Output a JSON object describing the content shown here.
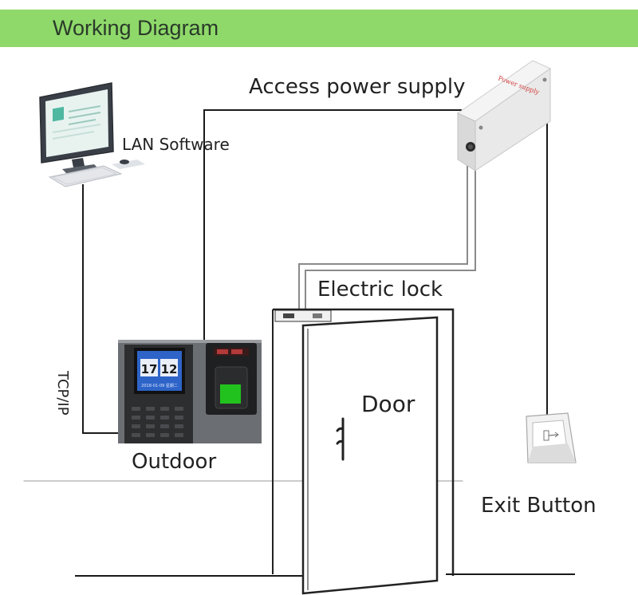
{
  "header": {
    "title": "Working Diagram"
  },
  "labels": {
    "power_supply": "Access power supply",
    "power_supply_case": "Power supply",
    "lan_software": "LAN Software",
    "electric_lock": "Electric lock",
    "door": "Door",
    "tcp_ip": "TCP/IP",
    "outdoor": "Outdoor",
    "exit_button": "Exit Button"
  },
  "terminal": {
    "clock_hour": "17",
    "clock_minute": "12",
    "date_text": "2018-01-09  星期二"
  },
  "colors": {
    "banner": "#8fd96a",
    "wire": "#1a1a1a",
    "wire_light": "#8a8a8a",
    "device_dark": "#2b2b2b",
    "fingerprint_sensor": "#22c21e",
    "screen_blue": "#2e64c8"
  }
}
